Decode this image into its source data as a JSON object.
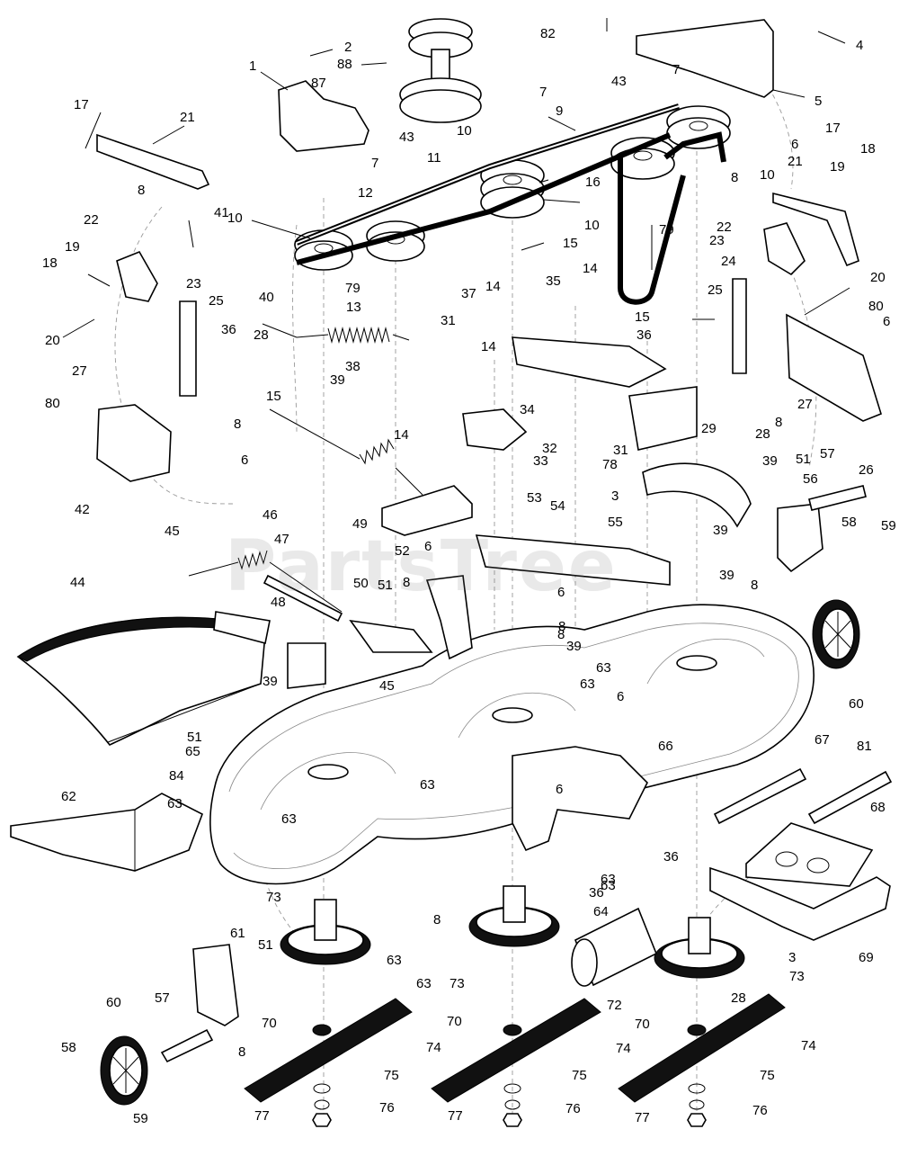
{
  "watermark": "PartsTree",
  "callouts": {
    "c1": "1",
    "c2": "2",
    "c3": "3",
    "c3b": "3",
    "c4": "4",
    "c5": "5",
    "c6a": "6",
    "c6b": "6",
    "c6c": "6",
    "c6d": "6",
    "c6e": "6",
    "c6f": "6",
    "c6g": "6",
    "c7a": "7",
    "c7b": "7",
    "c7c": "7",
    "c8a": "8",
    "c8b": "8",
    "c8c": "8",
    "c8d": "8",
    "c8e": "8",
    "c8f": "8",
    "c8g": "8",
    "c8h": "8",
    "c8i": "8",
    "c8j": "8",
    "c9": "9",
    "c10a": "10",
    "c10b": "10",
    "c10c": "10",
    "c10d": "10",
    "c11": "11",
    "c12": "12",
    "c13": "13",
    "c14a": "14",
    "c14b": "14",
    "c14c": "14",
    "c14d": "14",
    "c15a": "15",
    "c15b": "15",
    "c15c": "15",
    "c16": "16",
    "c17a": "17",
    "c17b": "17",
    "c18a": "18",
    "c18b": "18",
    "c19a": "19",
    "c19b": "19",
    "c20a": "20",
    "c20b": "20",
    "c21a": "21",
    "c21b": "21",
    "c22a": "22",
    "c22b": "22",
    "c23a": "23",
    "c23b": "23",
    "c24": "24",
    "c25a": "25",
    "c25b": "25",
    "c26": "26",
    "c27a": "27",
    "c27b": "27",
    "c28a": "28",
    "c28b": "28",
    "c28c": "28",
    "c29": "29",
    "c31a": "31",
    "c31b": "31",
    "c32": "32",
    "c33": "33",
    "c34": "34",
    "c35": "35",
    "c36a": "36",
    "c36b": "36",
    "c36c": "36",
    "c36d": "36",
    "c37": "37",
    "c38": "38",
    "c39a": "39",
    "c39b": "39",
    "c39c": "39",
    "c39d": "39",
    "c39e": "39",
    "c39f": "39",
    "c40": "40",
    "c41": "41",
    "c42": "42",
    "c43a": "43",
    "c43b": "43",
    "c44": "44",
    "c45a": "45",
    "c45b": "45",
    "c46": "46",
    "c47": "47",
    "c48": "48",
    "c49": "49",
    "c50": "50",
    "c51a": "51",
    "c51b": "51",
    "c51c": "51",
    "c51d": "51",
    "c52": "52",
    "c53": "53",
    "c54": "54",
    "c55": "55",
    "c56": "56",
    "c57a": "57",
    "c57b": "57",
    "c58a": "58",
    "c58b": "58",
    "c59a": "59",
    "c59b": "59",
    "c60a": "60",
    "c60b": "60",
    "c61": "61",
    "c62": "62",
    "c63a": "63",
    "c63b": "63",
    "c63c": "63",
    "c63d": "63",
    "c63e": "63",
    "c63f": "63",
    "c63g": "63",
    "c63h": "63",
    "c63i": "63",
    "c64": "64",
    "c65": "65",
    "c66": "66",
    "c67": "67",
    "c68": "68",
    "c69": "69",
    "c70a": "70",
    "c70b": "70",
    "c70c": "70",
    "c72": "72",
    "c73a": "73",
    "c73b": "73",
    "c73c": "73",
    "c74a": "74",
    "c74b": "74",
    "c74c": "74",
    "c75a": "75",
    "c75b": "75",
    "c75c": "75",
    "c76a": "76",
    "c76b": "76",
    "c76c": "76",
    "c77a": "77",
    "c77b": "77",
    "c77c": "77",
    "c78": "78",
    "c79a": "79",
    "c79b": "79",
    "c80a": "80",
    "c80b": "80",
    "c81": "81",
    "c82": "82",
    "c84": "84",
    "c87": "87",
    "c88": "88"
  }
}
